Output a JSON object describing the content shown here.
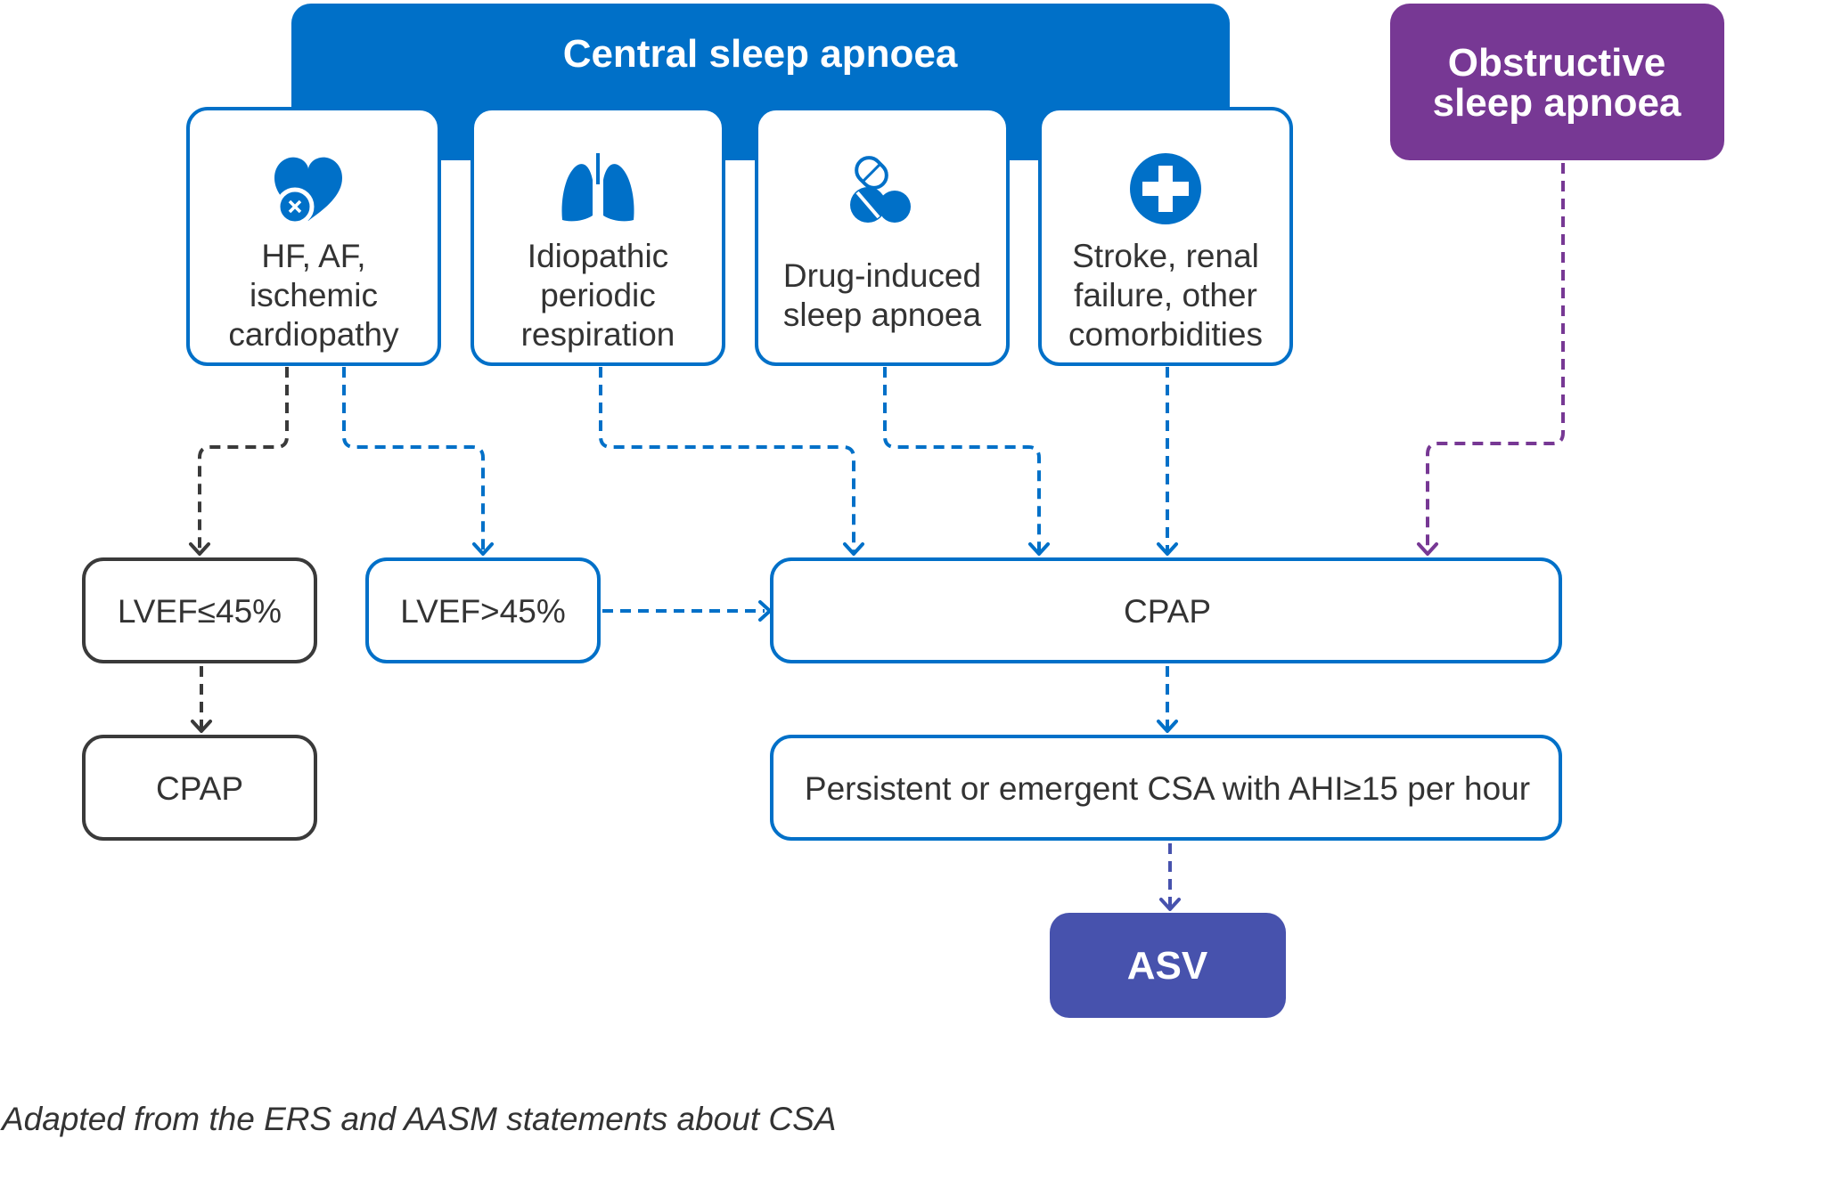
{
  "colors": {
    "blue": "#0070c8",
    "purple": "#773894",
    "asv": "#4752ad",
    "dark": "#3a3a3a",
    "white": "#ffffff"
  },
  "header": {
    "central": "Central sleep apnoea",
    "obstructive_line1": "Obstructive",
    "obstructive_line2": "sleep apnoea"
  },
  "categories": [
    {
      "icon": "heart-icon",
      "lines": [
        "HF, AF,",
        "ischemic",
        "cardiopathy"
      ]
    },
    {
      "icon": "lungs-icon",
      "lines": [
        "Idiopathic",
        "periodic",
        "respiration"
      ]
    },
    {
      "icon": "pills-icon",
      "lines": [
        "Drug-induced",
        "sleep apnoea"
      ]
    },
    {
      "icon": "medical-cross-icon",
      "lines": [
        "Stroke, renal",
        "failure, other",
        "comorbidities"
      ]
    }
  ],
  "nodes": {
    "lvef_low": "LVEF≤45%",
    "lvef_high": "LVEF>45%",
    "cpap_left": "CPAP",
    "cpap_main": "CPAP",
    "persistent": "Persistent or emergent CSA with AHI≥15 per hour",
    "asv": "ASV"
  },
  "caption": "Adapted from the ERS and AASM statements about CSA"
}
